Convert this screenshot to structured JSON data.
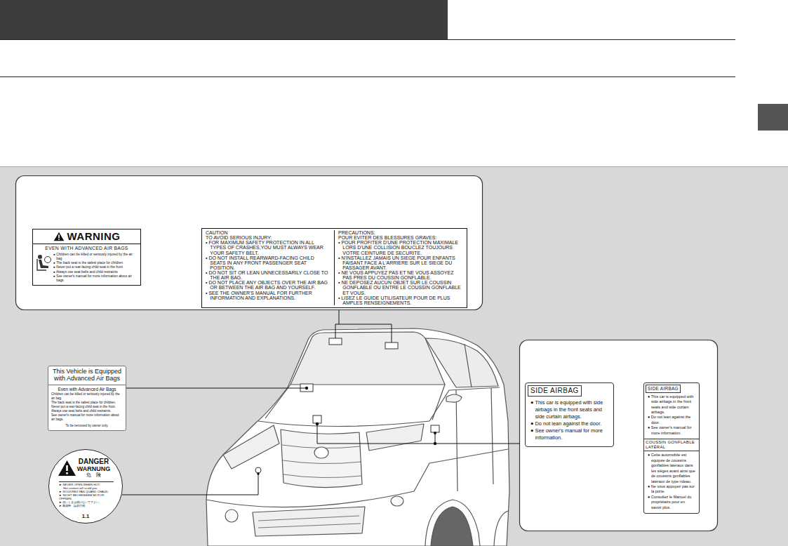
{
  "diagram": {
    "nodes": [
      {
        "text": [
          "WARNING",
          "EVEN WITH ADVANCED AIR BAGS",
          "● Children can be killed or seriously injured by the air bag",
          "● The back seat is the safest place for children",
          "● Never put a rear-facing child seat in the front",
          "● Always use seat belts and child restraints",
          "● See owner's manual for more information about air bags"
        ]
      },
      {
        "text": [
          "CAUTION",
          "TO AVOID SERIOUS INJURY:",
          "• FOR MAXIMUM SAFETY PROTECTION IN ALL TYPES OF CRASHES,YOU MUST ALWAYS WEAR YOUR SAFETY BELT.",
          "• DO NOT INSTALL REARWARD-FACING CHILD SEATS IN ANY FRONT PASSENGER SEAT POSITION.",
          "• DO NOT SIT OR LEAN UNNECESSARILY CLOSE TO THE AIR BAG.",
          "• DO NOT PLACE ANY OBJECTS OVER THE AIR BAG OR BETWEEN THE AIR BAG AND YOURSELF.",
          "• SEE THE OWNER'S MANUAL FOR FURTHER INFORMATION AND EXPLANATIONS.",
          "PRECAUTIONS:",
          "POUR EVITER DES BLESSURES GRAVES:",
          "• POUR PROFITER D'UNE PROTECTION MAXIMALE LORS D'UNE COLLISION BOUCLEZ TOUJOURS VOTRE CEINTURE DE SECURITE.",
          "• N'INSTALLEZ JAMAIS UN SIEGE POUR ENFANTS FAISANT FACE A L'ARRIERE SUR LE SIEGE DU PASSAGER AVANT.",
          "• NE VOUS APPUYEZ PAS ET NE VOUS ASSOYEZ PAS PRES DU COUSSIN GONFLABLE.",
          "• NE DEPOSEZ AUCUN OBJET SUR LE COUSSIN GONFLABLE OU ENTRE LE COUSSIN GONFLABLE ET VOUS.",
          "• LISEZ LE GUIDE UTILISATEUR POUR DE PLUS AMPLES RENSEIGNEMENTS."
        ]
      },
      {
        "text": [
          "This Vehicle is Equipped with Advanced Air Bags",
          "Even with Advanced Air Bags",
          "Children can be killed or seriously injured by the air bag.",
          "The back seat is the safest place for children.",
          "Never put a rear-facing child seat in the front.",
          "Always use seat belts and child restraints.",
          "See owner's manual for more information about air bags.",
          "To be removed by owner only."
        ]
      },
      {
        "text": [
          "DANGER",
          "WARNUNG",
          "危　険",
          "► NEVER OPEN WHEN HOT.",
          "Hot coolant will scald you.",
          "► N'OUVREZ PAS QUAND CHAUD.",
          "► NICHT BEI HEISSEM MOTOR ÖFFNEN.",
          "► 熱いときは開けないで下さい。",
          "► 高温時、請勿打開。",
          "1.1"
        ]
      },
      {
        "text": [
          "SIDE AIRBAG",
          "● This car is equipped with side airbags in the front seats and side curtain airbags.",
          "● Do not lean against the door.",
          "● See owner's manual for more information."
        ]
      },
      {
        "text": [
          "SIDE AIRBAG",
          "● This car is equipped with side airbags in the front seats and side curtain airbags.",
          "● Do not lean against the door.",
          "● See owner's manual for more information.",
          "COUSSIN GONFLABLE LATÉRAL",
          "● Cette automobile est équipée de coussins gonflables latéraux dans les sièges avant ainsi que de coussins gonflables latéraux de type rideau.",
          "● Ne vous appuyez pas sur la porte.",
          "● Consultez le Manuel du propriétaire pour en savoir plus."
        ]
      }
    ]
  }
}
